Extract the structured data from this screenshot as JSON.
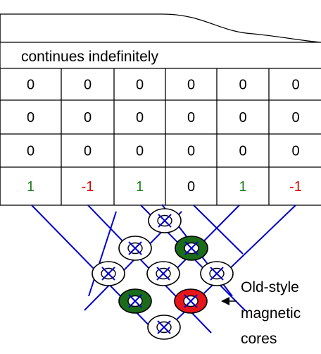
{
  "header": {
    "text": "continues indefinitely"
  },
  "grid": {
    "rows": [
      [
        0,
        0,
        0,
        0,
        0,
        0
      ],
      [
        0,
        0,
        0,
        0,
        0,
        0
      ],
      [
        0,
        0,
        0,
        0,
        0,
        0
      ],
      [
        1,
        -1,
        1,
        0,
        1,
        -1
      ]
    ]
  },
  "colors": {
    "positive": "#1e7d1e",
    "negative": "#e00000",
    "zero": "#000000",
    "wire": "#0000cc",
    "core_green": "#1a6b1a",
    "core_red": "#e8151b"
  },
  "cores": [
    {
      "state": "off"
    },
    {
      "state": "off"
    },
    {
      "state": "green"
    },
    {
      "state": "off"
    },
    {
      "state": "off"
    },
    {
      "state": "off"
    },
    {
      "state": "green"
    },
    {
      "state": "red"
    },
    {
      "state": "off"
    }
  ],
  "annotation": {
    "lines": [
      "Old-style",
      "magnetic",
      "cores"
    ]
  }
}
